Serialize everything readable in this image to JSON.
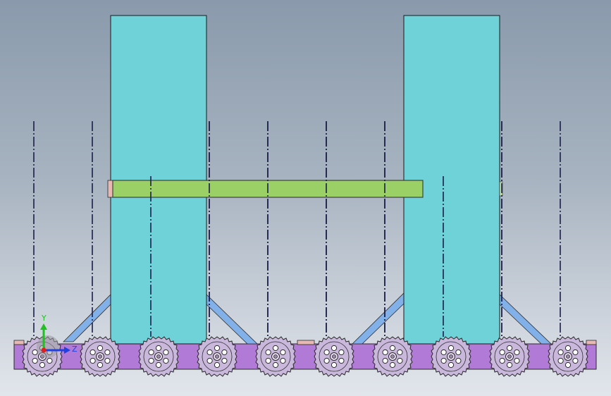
{
  "viewport": {
    "background_top": "#8a9aac",
    "background_bottom": "#e2e6ec"
  },
  "colors": {
    "tower_fill": "#6fd2d8",
    "beam_fill": "#9ad066",
    "base_fill": "#b07ad6",
    "gear_fill": "#c9b8dc",
    "brace_fill": "#82b0e8",
    "centerline": "#1b1f4a",
    "pad_fill": "#e8b8b4",
    "axis_x": "#e02020",
    "axis_y": "#20c020",
    "axis_z": "#2040e0"
  },
  "model": {
    "tower_count": 2,
    "gear_count": 10,
    "centerline_count": 10,
    "brace_count": 4
  },
  "triad": {
    "y_label": "Y",
    "z_label": "Z",
    "x_icon": "x-axis-arrow-icon",
    "y_icon": "y-axis-arrow-icon",
    "z_icon": "z-axis-arrow-icon"
  }
}
